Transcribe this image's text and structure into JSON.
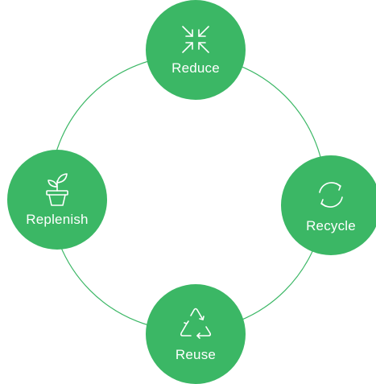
{
  "diagram": {
    "nodes": [
      {
        "label": "Reduce",
        "icon": "arrows-inward-icon"
      },
      {
        "label": "Recycle",
        "icon": "circular-arrows-icon"
      },
      {
        "label": "Reuse",
        "icon": "recycle-triangle-icon"
      },
      {
        "label": "Replenish",
        "icon": "potted-plant-icon"
      }
    ],
    "colors": {
      "node_fill": "#3bb765",
      "ring_stroke": "#3bb765",
      "text": "#ffffff"
    }
  }
}
